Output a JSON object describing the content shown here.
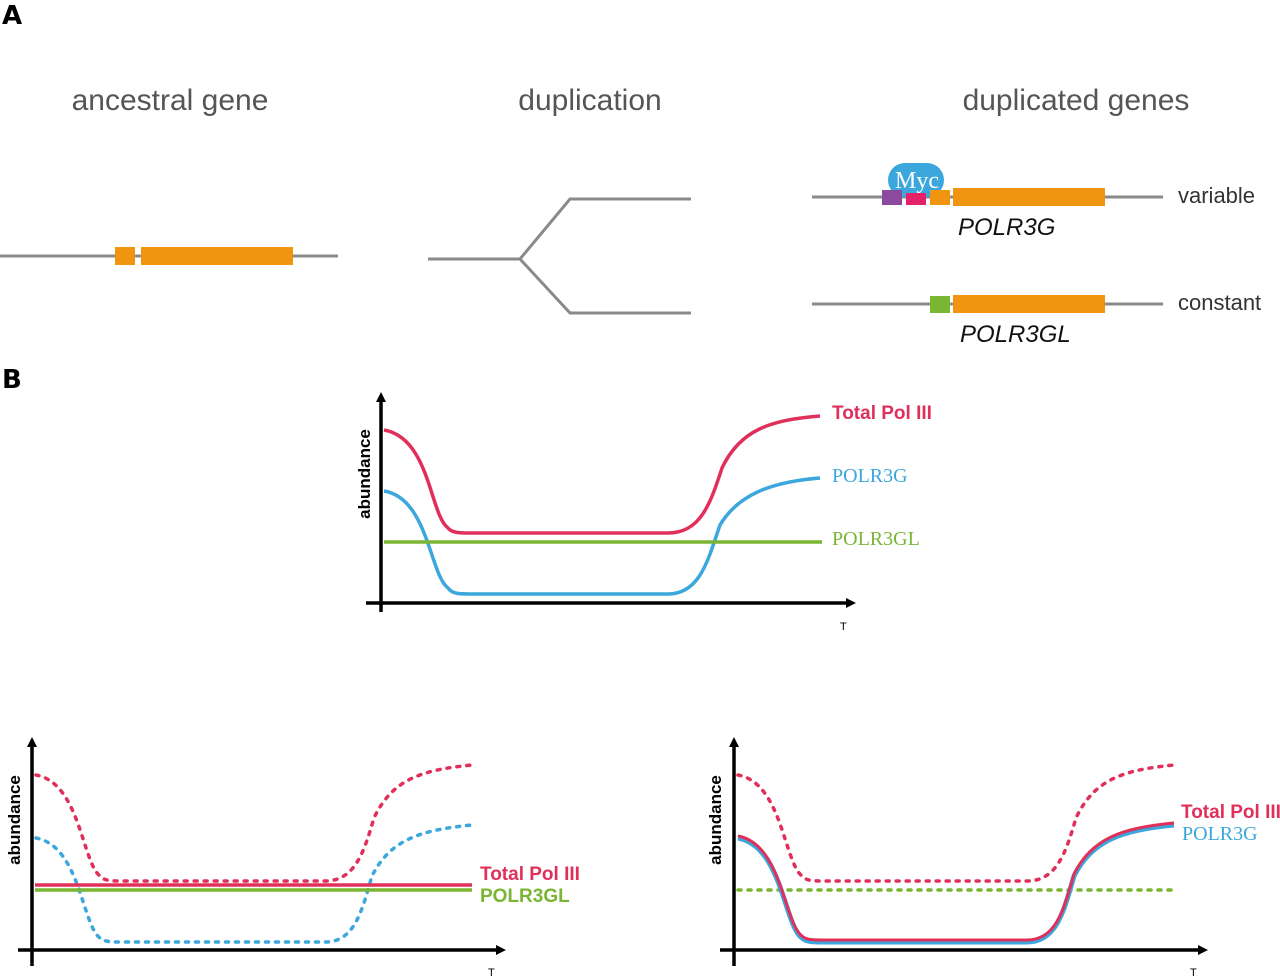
{
  "colors": {
    "line_gray": "#8a8a8a",
    "exon_orange": "#f0950f",
    "myc_blue": "#3ba7dc",
    "purple": "#8b4a9e",
    "magenta": "#e3226a",
    "green": "#7ab534",
    "total_red": "#e0305a",
    "polr3g_blue": "#3ba7dc",
    "polr3gl_green": "#7ab534"
  },
  "panel_a": {
    "letter": "A",
    "stages": [
      "ancestral gene",
      "duplication",
      "duplicated genes"
    ],
    "myc_label": "Myc",
    "genes": [
      {
        "name": "POLR3G",
        "expression": "variable"
      },
      {
        "name": "POLR3GL",
        "expression": "constant"
      }
    ]
  },
  "panel_b": {
    "letter": "B",
    "y_label": "abundance",
    "x_label": "T",
    "top_chart": {
      "legend": [
        "Total Pol III",
        "POLR3G",
        "POLR3GL"
      ]
    },
    "left_chart": {
      "legend": [
        "Total Pol III",
        "POLR3GL"
      ]
    },
    "right_chart": {
      "legend": [
        "Total Pol III",
        "POLR3G"
      ]
    }
  }
}
